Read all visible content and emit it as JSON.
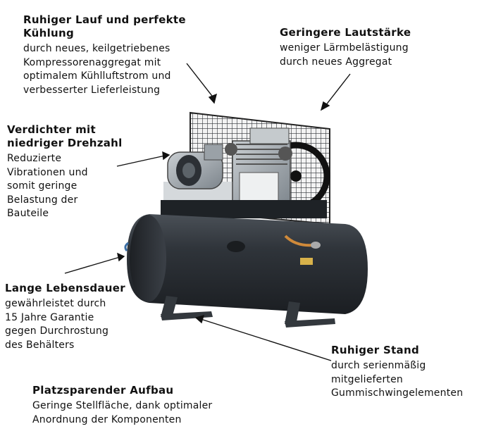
{
  "features": [
    {
      "id": "ruhiger-lauf",
      "heading_lines": [
        "Ruhiger Lauf und perfekte",
        "Kühlung"
      ],
      "body_lines": [
        "durch neues, keilgetriebenes",
        "Kompressorenaggregat mit",
        "optimalem Kühlluftstrom und",
        "verbesserter Lieferleistung"
      ]
    },
    {
      "id": "geringere-lautstaerke",
      "heading_lines": [
        "Geringere Lautstärke"
      ],
      "body_lines": [
        "weniger Lärmbelästigung",
        "durch neues Aggregat"
      ]
    },
    {
      "id": "verdichter",
      "heading_lines": [
        "Verdichter mit",
        "niedriger Drehzahl"
      ],
      "body_lines": [
        "Reduzierte",
        "Vibrationen und",
        "somit geringe",
        "Belastung der",
        "Bauteile"
      ]
    },
    {
      "id": "lebensdauer",
      "heading_lines": [
        "Lange Lebensdauer"
      ],
      "body_lines": [
        "gewährleistet durch",
        "15 Jahre Garantie",
        "gegen Durchrostung",
        "des Behälters"
      ]
    },
    {
      "id": "stand",
      "heading_lines": [
        "Ruhiger Stand"
      ],
      "body_lines": [
        "durch serienmäßig",
        "mitgelieferten",
        "Gummischwingelementen"
      ]
    },
    {
      "id": "aufbau",
      "heading_lines": [
        "Platzsparender Aufbau"
      ],
      "body_lines": [
        "Geringe Stellfläche, dank optimaler",
        "Anordnung der Komponenten"
      ]
    }
  ],
  "colors": {
    "text": "#111111",
    "tank": "#2b3035",
    "metal": "#8e959b",
    "guard": "#3a3f44",
    "arrow": "#111111",
    "copper": "#d08a3a",
    "label": "#d8b24a"
  },
  "image": "air-compressor-on-horizontal-tank"
}
